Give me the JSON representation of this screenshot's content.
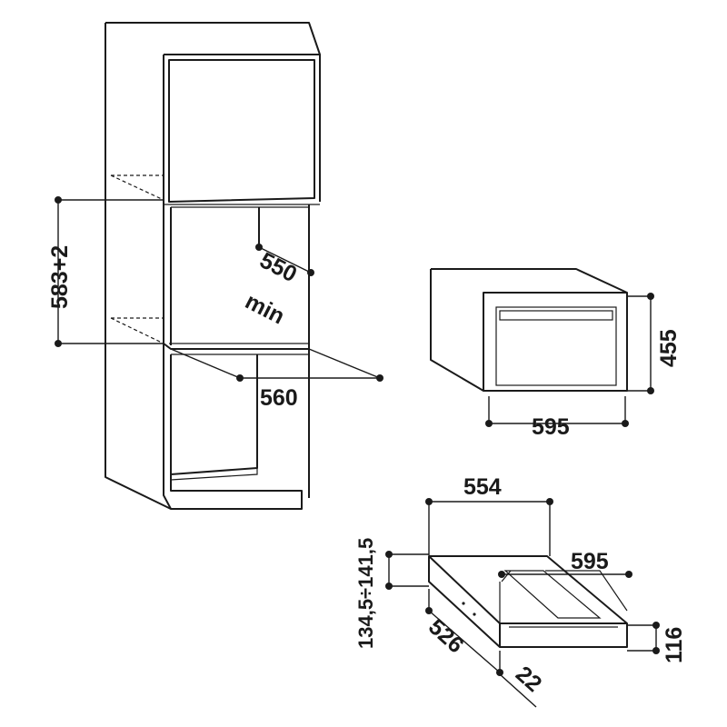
{
  "dimensions": {
    "cabinet_opening_height": "583+2",
    "cabinet_depth": "550",
    "cabinet_depth_note": "min",
    "cabinet_width": "560",
    "oven_height": "455",
    "oven_width": "595",
    "drawer_inner_width": "554",
    "drawer_front_width": "595",
    "drawer_gap_range": "134,5÷141,5",
    "drawer_height": "116",
    "drawer_depth": "526",
    "drawer_front_thickness": "22"
  }
}
